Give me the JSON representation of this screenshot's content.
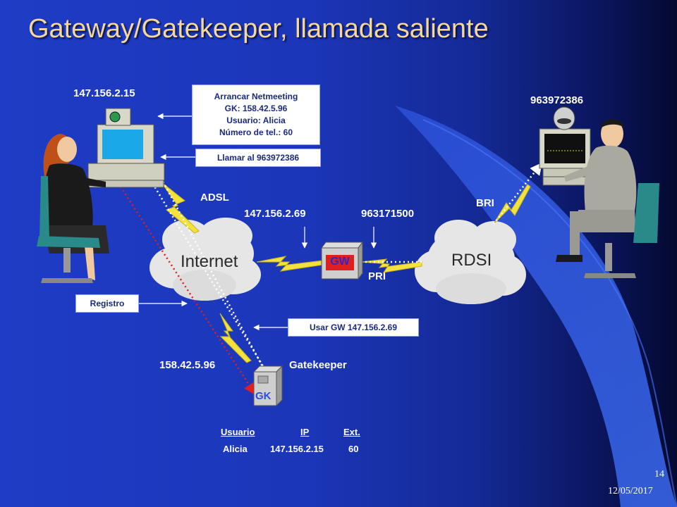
{
  "title": "Gateway/Gatekeeper, llamada saliente",
  "labels": {
    "client_ip": "147.156.2.15",
    "callee_number": "963972386",
    "adsl": "ADSL",
    "bri": "BRI",
    "pri": "PRI",
    "gw_ip": "147.156.2.69",
    "gw_number": "963171500",
    "gk_ip": "158.42.5.96",
    "gatekeeper": "Gatekeeper"
  },
  "clouds": {
    "internet": "Internet",
    "rdsi": "RDSI"
  },
  "devices": {
    "gw": "GW",
    "gk": "GK"
  },
  "boxes": {
    "start_lines": [
      "Arrancar Netmeeting",
      "GK: 158.42.5.96",
      "Usuario: Alicia",
      "Número de tel.: 60"
    ],
    "call": "Llamar al 963972386",
    "registro": "Registro",
    "use_gw": "Usar GW 147.156.2.69"
  },
  "table": {
    "headers": [
      "Usuario",
      "IP",
      "Ext."
    ],
    "row": [
      "Alicia",
      "147.156.2.15",
      "60"
    ]
  },
  "footer": {
    "page": "14",
    "date": "12/05/2017"
  },
  "colors": {
    "title": "#f4d79b",
    "label": "#ffffff",
    "box_text": "#1a2a80",
    "cloud": "#e6e6e6",
    "link_dotted": "#ffffff",
    "registration_path": "#e02020",
    "accent_curve": "#3a64e8"
  }
}
